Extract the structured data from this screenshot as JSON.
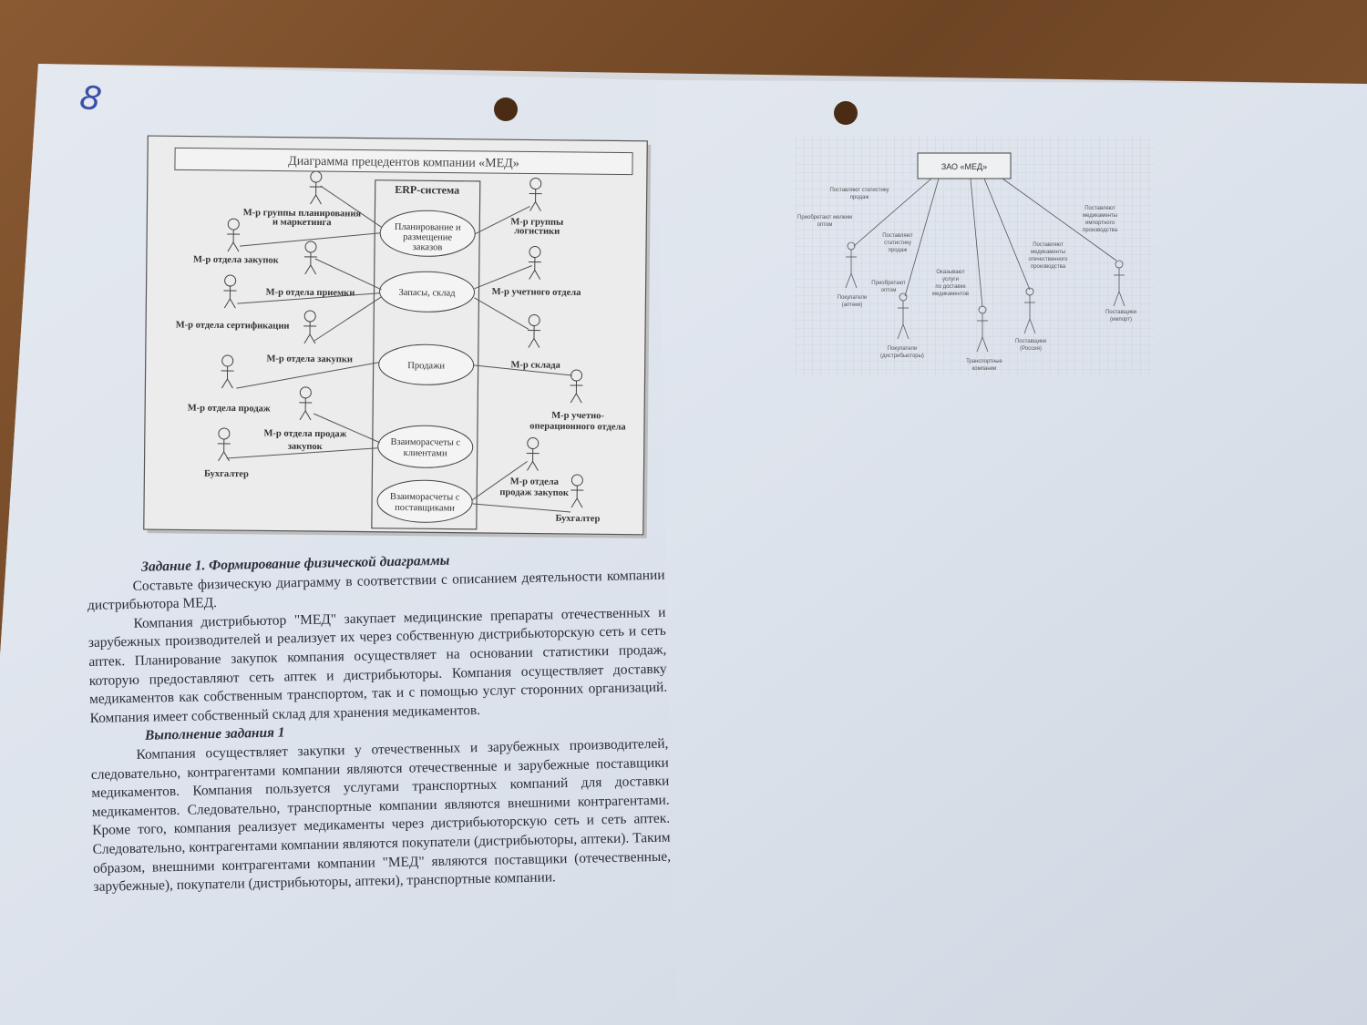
{
  "page_number": "8",
  "erp_diagram": {
    "title": "Диаграмма прецедентов компании «МЕД»",
    "system": "ERP-система",
    "use_cases": [
      "Планирование и размещение заказов",
      "Запасы, склад",
      "Продажи",
      "Взаиморасчеты с клиентами",
      "Взаиморасчеты с поставщиками"
    ],
    "actors_left": [
      "М-р группы планирования и маркетинга",
      "М-р отдела закупок",
      "М-р отдела приемки",
      "М-р отдела сертификации",
      "М-р отдела закупки",
      "М-р отдела продаж",
      "М-р отдела продаж закупок",
      "Бухгалтер"
    ],
    "actors_right": [
      "М-р группы логистики",
      "М-р учетного отдела",
      "М-р склада",
      "М-р учетно-операционного отдела",
      "М-р отдела продаж закупок",
      "Бухгалтер"
    ]
  },
  "contractor_diagram": {
    "center": "ЗАО «МЕД»",
    "labels": [
      "Поставляют статистику продаж",
      "Приобретают мелким оптом",
      "Поставляют статистику продаж",
      "Приобретают оптом",
      "Оказывают услуги по доставке медикаментов",
      "Поставляют медикаменты отечественного производства",
      "Поставляют медикаменты импортного производства"
    ],
    "actors": [
      "Покупатели (аптеки)",
      "Покупатели (дистрибьюторы)",
      "Транспортные компании",
      "Поставщики (Россия)",
      "Поставщики (импорт)"
    ]
  },
  "text": {
    "task_heading": "Задание 1. Формирование физической диаграммы",
    "task_p1": "Составьте физическую диаграмму в соответствии с описанием деятельности компании дистрибьютора МЕД.",
    "task_p2": "Компания дистрибьютор \"МЕД\" закупает медицинские препараты отечественных и зарубежных производителей и реализует их через собственную дистрибьюторскую сеть и сеть аптек. Планирование закупок компания осуществляет на основании статистики продаж, которую предоставляют сеть аптек и дистрибьюторы. Компания осуществляет доставку медикаментов как собственным транспортом, так и с помощью услуг сторонних организаций. Компания имеет собственный склад для хранения медикаментов.",
    "solution_heading": "Выполнение задания 1",
    "solution_p1": "Компания осуществляет закупки у отечественных и зарубежных производителей, следовательно, контрагентами компании являются отечественные и зарубежные поставщики медикаментов. Компания пользуется услугами транспортных компаний для доставки медикаментов. Следовательно, транспортные компании являются внешними контрагентами. Кроме того, компания реализует медикаменты через дистрибьюторскую сеть и сеть аптек. Следовательно, контрагентами компании являются покупатели (дистрибьюторы, аптеки). Таким образом, внешними контрагентами компании \"МЕД\" являются поставщики (отечественные, зарубежные), покупатели (дистрибьюторы, аптеки), транспортные компании."
  },
  "colors": {
    "paper": "#dfe4ec",
    "ink": "#2a2e3a",
    "pen": "#3a4fa8",
    "table": "#7a4d2a"
  }
}
